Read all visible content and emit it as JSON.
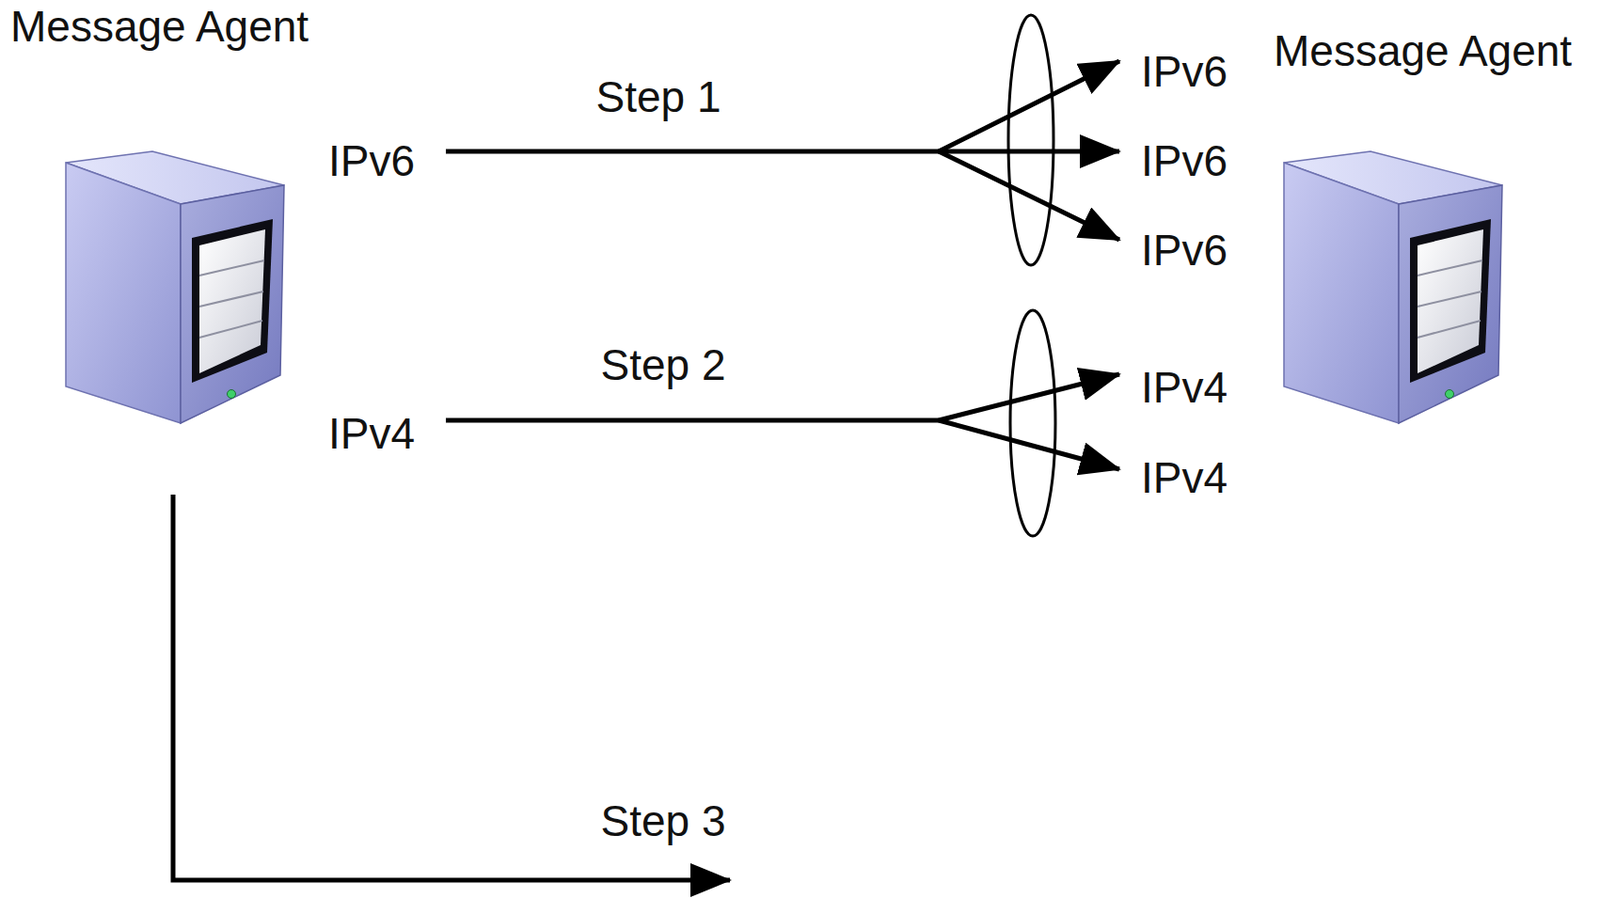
{
  "diagram": {
    "nodes": [
      {
        "text": [
          "Message Agent"
        ]
      },
      {
        "text": [
          "Message Agent"
        ]
      }
    ],
    "labels": [
      "IPv6",
      "Step 1",
      "IPv6",
      "IPv6",
      "IPv6",
      "IPv4",
      "Step 2",
      "IPv4",
      "IPv4",
      "Step 3"
    ]
  }
}
